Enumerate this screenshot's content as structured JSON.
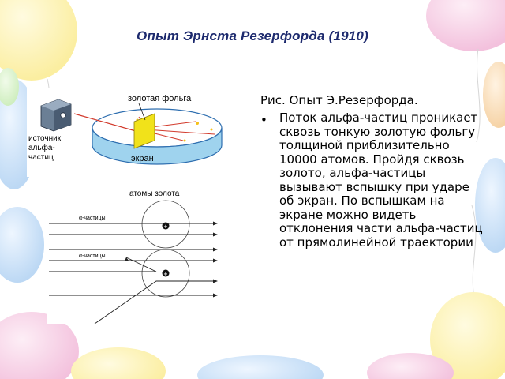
{
  "slide": {
    "title": "Опыт  Эрнста Резерфорда (1910)",
    "caption": "Рис.  Опыт Э.Резерфорда.",
    "bullet": "Поток альфа-частиц проникает сквозь тонкую золотую фольгу толщиной приблизительно 10000 атомов. Пройдя сквозь золото, альфа-частицы вызывают вспышку при ударе об экран. По вспышкам на экране можно видеть отклонения части альфа-частиц от прямолинейной траектории"
  },
  "figure_top": {
    "label_foil": "золотая фольга",
    "label_source": "источник альфа-частиц",
    "label_source_lines": [
      "источник",
      "альфа-",
      "частиц"
    ],
    "label_screen": "экран"
  },
  "figure_bottom": {
    "label_atoms": "атомы золота",
    "label_particles_1": "α-частицы",
    "label_particles_2": "α-частицы",
    "nucleus_symbol": "+"
  },
  "colors": {
    "title": "#1d2a6e",
    "screen_fill": "#9fd3ee",
    "screen_stroke": "#2f6fb0",
    "foil": "#f1e21a",
    "beam": "#d23a2c",
    "atom_stroke": "#444444"
  }
}
